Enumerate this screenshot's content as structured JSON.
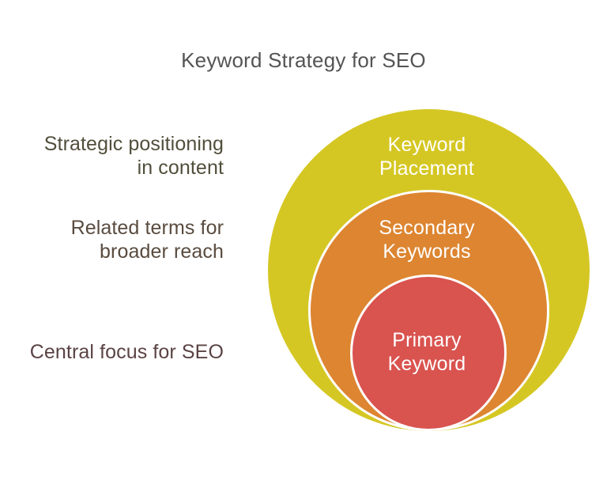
{
  "title": {
    "text": "Keyword Strategy for SEO",
    "color": "#545456"
  },
  "colors": {
    "background": "#ffffff",
    "ring_label_text": "#ffffff",
    "ring_stroke": "#ffffff"
  },
  "chart_data": {
    "type": "nested-circles",
    "title": "Keyword Strategy for SEO",
    "levels": [
      "Keyword Placement",
      "Secondary Keywords",
      "Primary Keyword"
    ]
  },
  "rings": [
    {
      "id": "keyword-placement",
      "label": [
        "Keyword",
        "Placement"
      ],
      "description": [
        "Strategic positioning",
        "in content"
      ],
      "fill": "#d5c723",
      "description_color": "#514e3b"
    },
    {
      "id": "secondary-keywords",
      "label": [
        "Secondary",
        "Keywords"
      ],
      "description": [
        "Related terms for",
        "broader reach"
      ],
      "fill": "#dd8531",
      "description_color": "#594b3f"
    },
    {
      "id": "primary-keyword",
      "label": [
        "Primary",
        "Keyword"
      ],
      "description": [
        "Central focus for SEO"
      ],
      "fill": "#d9534f",
      "description_color": "#5b4344"
    }
  ]
}
